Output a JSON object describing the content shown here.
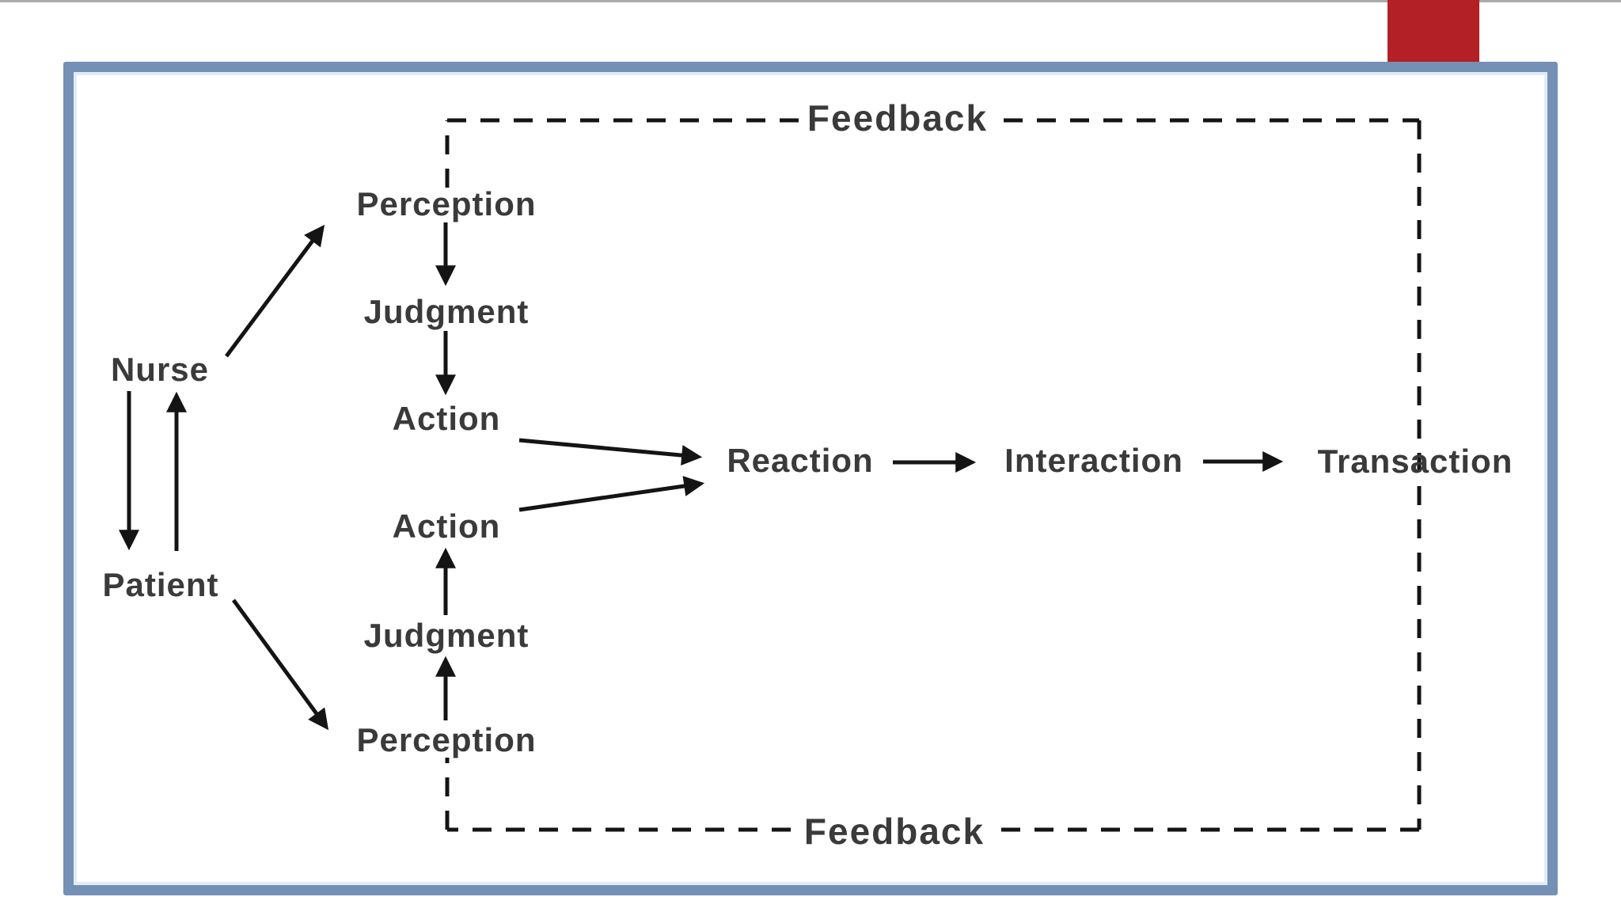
{
  "slide": {
    "background": "#ffffff",
    "top_edge_line_color": "#ababab",
    "accent_rect_color": "#b32025",
    "frame_border_color": "#7590b5",
    "frame_inner_line_color": "#e2ecf7"
  },
  "diagram": {
    "text_color": "#3a3a3a",
    "line_color": "#141414",
    "labels": {
      "nurse": "Nurse",
      "patient": "Patient",
      "perception_top": "Perception",
      "judgment_top": "Judgment",
      "action_top": "Action",
      "action_bottom": "Action",
      "judgment_bottom": "Judgment",
      "perception_bottom": "Perception",
      "reaction": "Reaction",
      "interaction": "Interaction",
      "transaction": "Transaction",
      "feedback_top": "Feedback",
      "feedback_bottom": "Feedback"
    }
  }
}
